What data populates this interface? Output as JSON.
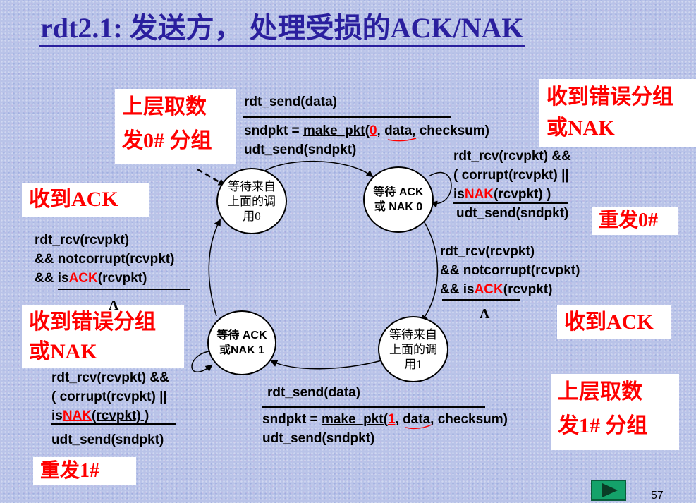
{
  "title": "rdt2.1: 发送方， 处理受损的ACK/NAK",
  "notes": {
    "upper_send0": [
      "上层取数",
      "发0# 分组"
    ],
    "corrupt_nak_top": [
      "收到错误分组",
      "或NAK"
    ],
    "recv_ack_left": "收到ACK",
    "resend0": "重发0#",
    "recv_ack_right": "收到ACK",
    "corrupt_nak_left": [
      "收到错误分组",
      "或NAK"
    ],
    "upper_send1": [
      "上层取数",
      "发1# 分组"
    ],
    "resend1": "重发1#"
  },
  "states": {
    "wait_call0": "等待来自上面的调用0",
    "wait_ack0": "等待 ACK 或 NAK 0",
    "wait_call1": "等待来自上面的调用1",
    "wait_ack1": "等待 ACK 或NAK 1"
  },
  "transitions": {
    "top": {
      "event": "rdt_send(data)",
      "act_pre": "sndpkt = ",
      "act_fn": "make_pkt(",
      "act_num": "0",
      "act_post": ", data, checksum)",
      "act2": "udt_send(sndpkt)"
    },
    "self_ack0": {
      "l1": "rdt_rcv(rcvpkt) &&",
      "l2": "( corrupt(rcvpkt) ||",
      "l3_pre": "is",
      "l3_red": "NAK",
      "l3_post": "(rcvpkt) )",
      "act": "udt_send(sndpkt)"
    },
    "right": {
      "l1": "rdt_rcv(rcvpkt)",
      "l2": "&& notcorrupt(rcvpkt)",
      "l3_pre": "&& is",
      "l3_red": "ACK",
      "l3_post": "(rcvpkt)",
      "act": "Λ"
    },
    "left": {
      "l1": "rdt_rcv(rcvpkt)",
      "l2": "&& notcorrupt(rcvpkt)",
      "l3_pre": "&& is",
      "l3_red": "ACK",
      "l3_post": "(rcvpkt)",
      "act": "Λ"
    },
    "self_ack1": {
      "l1": "rdt_rcv(rcvpkt) &&",
      "l2": "( corrupt(rcvpkt) ||",
      "l3_pre": "is",
      "l3_red": "NAK",
      "l3_post": "(rcvpkt) )",
      "act": "udt_send(sndpkt)"
    },
    "bottom": {
      "event": "rdt_send(data)",
      "act_pre": "sndpkt = ",
      "act_fn": "make_pkt(",
      "act_num": "1",
      "act_post": ", data, checksum)",
      "act2": "udt_send(sndpkt)"
    }
  },
  "page_number": "57",
  "colors": {
    "title": "#2a1f9e",
    "highlight": "#ff0000",
    "nav": "#14a26a"
  },
  "icons": {
    "next": "play-triangle-icon"
  }
}
